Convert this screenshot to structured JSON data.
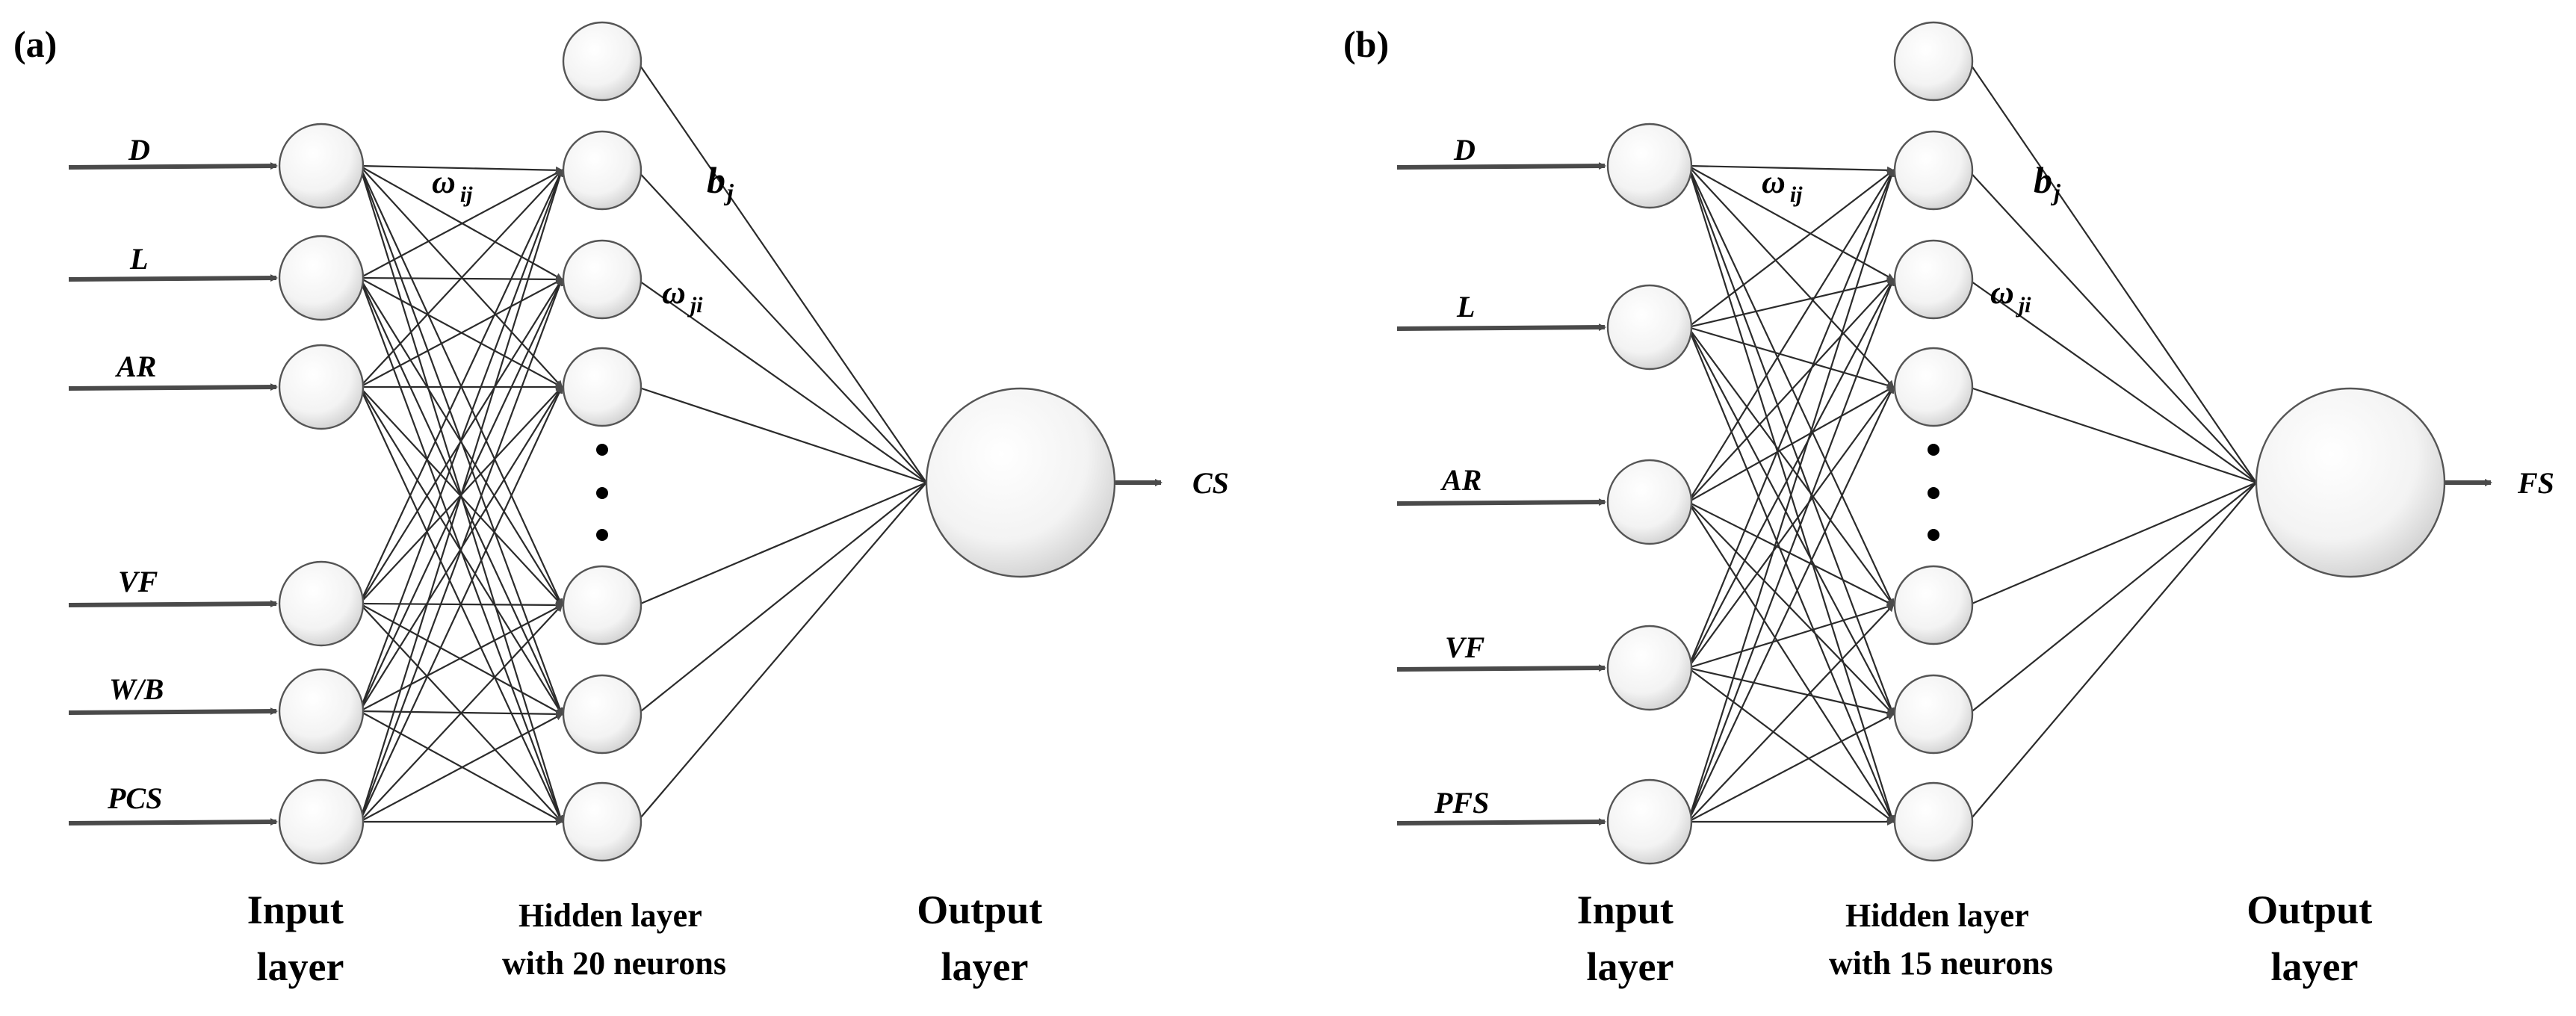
{
  "panels": [
    {
      "id": "a",
      "panel_label": "(a)",
      "inputs": [
        "D",
        "L",
        "AR",
        "VF",
        "W/B",
        "PCS"
      ],
      "output": "CS",
      "weight_input_hidden": "ω",
      "weight_input_hidden_sub": "ij",
      "weight_hidden_output": "ω",
      "weight_hidden_output_sub": "ji",
      "bias": "b",
      "bias_sub": "j",
      "input_layer_title": [
        "Input",
        "layer"
      ],
      "hidden_layer_title": [
        "Hidden layer",
        "with 20 neurons"
      ],
      "output_layer_title": [
        "Output",
        "layer"
      ]
    },
    {
      "id": "b",
      "panel_label": "(b)",
      "inputs": [
        "D",
        "L",
        "AR",
        "VF",
        "PFS"
      ],
      "output": "FS",
      "weight_input_hidden": "ω",
      "weight_input_hidden_sub": "ij",
      "weight_hidden_output": "ω",
      "weight_hidden_output_sub": "ji",
      "bias": "b",
      "bias_sub": "j",
      "input_layer_title": [
        "Input",
        "layer"
      ],
      "hidden_layer_title": [
        "Hidden layer",
        "with 15 neurons"
      ],
      "output_layer_title": [
        "Output",
        "layer"
      ]
    }
  ],
  "colors": {
    "line": "#2b2b2b",
    "arrow": "#4a4a4a",
    "node_fill_center": "#ffffff",
    "node_fill_edge": "#d9d9d9"
  }
}
